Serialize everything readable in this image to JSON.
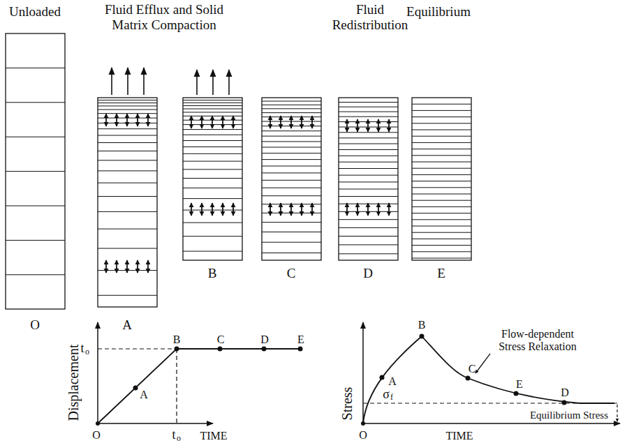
{
  "diagram": {
    "labels": [
      "Unloaded",
      "Fluid Efflux and Solid Matrix Compaction",
      "Fluid Redistribution",
      "Equilibrium",
      "O",
      "A",
      "B",
      "C",
      "D",
      "E",
      "Displacement",
      "t",
      "o",
      "O",
      "A",
      "B",
      "C",
      "D",
      "E",
      "t",
      "o",
      "TIME",
      "Stress",
      "σ",
      "f",
      "O",
      "A",
      "B",
      "C",
      "E",
      "D",
      "Flow-dependent Stress Relaxation",
      "Equilibrium Stress",
      "TIME"
    ]
  }
}
